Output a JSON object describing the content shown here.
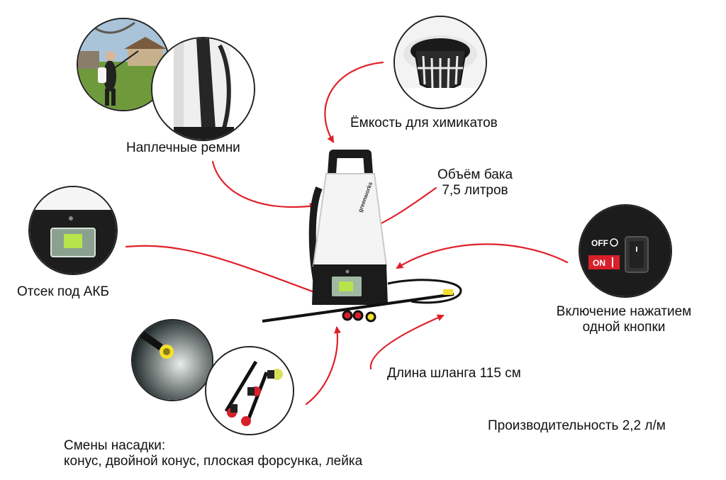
{
  "labels": {
    "straps": "Наплечные ремни",
    "container": "Ёмкость для химикатов",
    "tank_volume_line1": "Объём бака",
    "tank_volume_line2": "7,5 литров",
    "battery": "Отсек под АКБ",
    "switch_line1": "Включение нажатием",
    "switch_line2": "одной кнопки",
    "hose": "Длина шланга 115 см",
    "performance": "Производительность 2,2 л/м",
    "nozzles_line1": "Смены насадки:",
    "nozzles_line2": "конус, двойной конус, плоская форсунка, лейка"
  },
  "switch": {
    "off_label": "OFF",
    "on_label": "ON"
  },
  "product": {
    "brand": "greenworks"
  },
  "colors": {
    "arrow": "#e0202a",
    "tank": "#f4f4f4",
    "body_dark": "#1b1b1b",
    "nozzle_yellow": "#f2e02a",
    "nozzle_red": "#d8202a",
    "battery_green": "#b6e44a"
  }
}
